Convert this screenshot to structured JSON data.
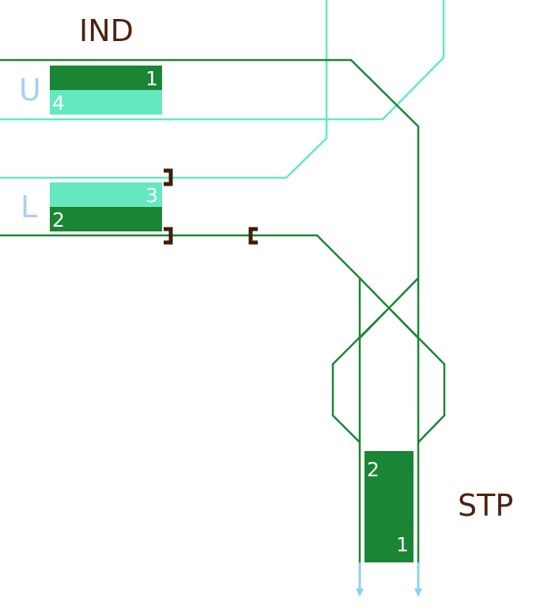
{
  "stations": {
    "top": {
      "code": "IND"
    },
    "bottom": {
      "code": "STP"
    }
  },
  "levels": {
    "upper": "U",
    "lower": "L"
  },
  "platforms": {
    "p1": "1",
    "p2": "2",
    "p3": "3",
    "p4": "4",
    "stp_p2": "2",
    "stp_p1": "1"
  },
  "colors": {
    "dark_green": "#1a8533",
    "light_green": "#63e8c0",
    "level_label": "#a9cff2",
    "station_label": "#4a2410",
    "bumper": "#3d1f0a",
    "arrow": "#8dd3f0"
  },
  "icons": {
    "buffer_stop": "buffer-stop-bracket",
    "direction": "down-arrow"
  }
}
